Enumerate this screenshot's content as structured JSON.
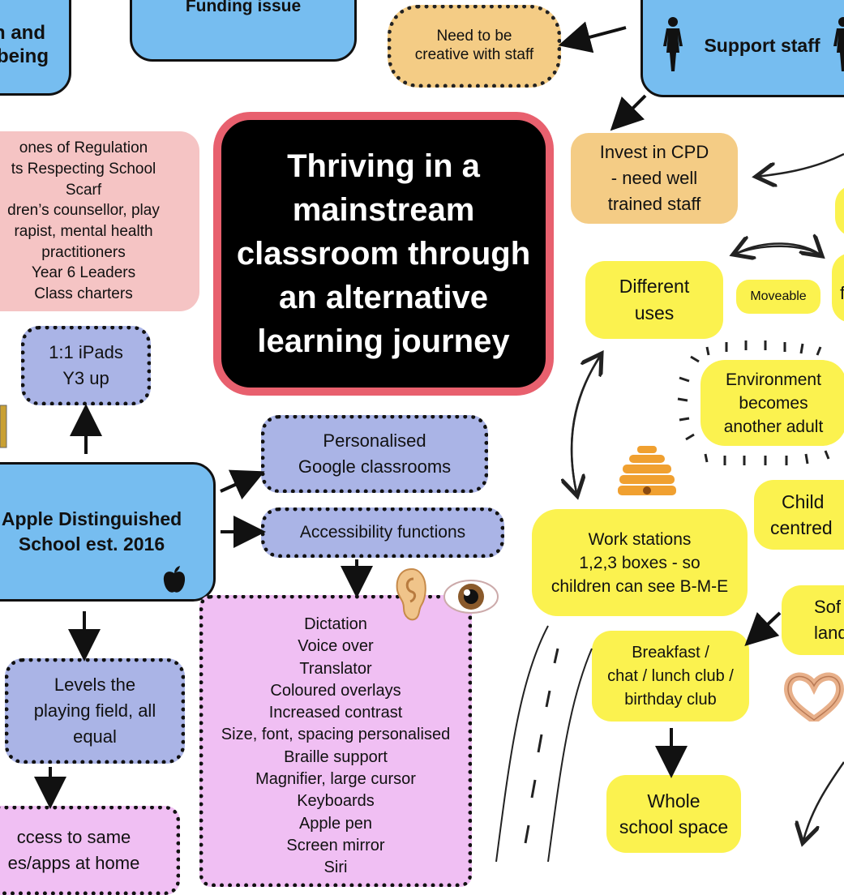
{
  "title": [
    "Thriving in a",
    "mainstream",
    "classroom through",
    "an alternative",
    "learning journey"
  ],
  "wellbeing": [
    "n and",
    "-being"
  ],
  "funding": "Funding issue",
  "creative": [
    "Need to be",
    "creative with staff"
  ],
  "support_staff": "Support staff",
  "regulation": [
    "ones of Regulation",
    "ts Respecting School",
    "Scarf",
    "dren’s counsellor, play",
    "rapist, mental health",
    "practitioners",
    "Year 6 Leaders",
    "Class charters"
  ],
  "ipads": [
    "1:1 iPads",
    "Y3 up"
  ],
  "apple": [
    "Apple Distinguished",
    "School est. 2016"
  ],
  "personalised": [
    "Personalised",
    "Google classrooms"
  ],
  "accessibility": "Accessibility functions",
  "features": [
    "Dictation",
    "Voice over",
    "Translator",
    "Coloured overlays",
    "Increased contrast",
    "Size, font, spacing personalised",
    "Braille support",
    "Magnifier, large cursor",
    "Keyboards",
    "Apple pen",
    "Screen mirror",
    "Siri"
  ],
  "levels": [
    "Levels the",
    "playing field, all",
    "equal"
  ],
  "access": [
    "ccess to same",
    "es/apps at home"
  ],
  "cpd": [
    "Invest in CPD",
    "- need well",
    "trained staff"
  ],
  "different": [
    "Different",
    "uses"
  ],
  "moveable": "Moveable",
  "right_f": "f",
  "environment": [
    "Environment",
    "becomes",
    "another adult"
  ],
  "child": [
    "Child",
    "centred"
  ],
  "work": [
    "Work stations",
    "1,2,3 boxes - so",
    "children can see B-M-E"
  ],
  "soft": [
    "Sof",
    "landi"
  ],
  "breakfast": [
    "Breakfast /",
    "chat / lunch club /",
    "birthday club"
  ],
  "whole": [
    "Whole",
    "school space"
  ],
  "colors": {
    "blue": "#76bdf0",
    "pink": "#f5c4c4",
    "lavender": "#aab4e6",
    "yellow": "#fbf24f",
    "orange": "#f4cc85",
    "magenta": "#f0bff3",
    "title_border": "#e8606e"
  },
  "icons": [
    "apple-icon",
    "ear-icon",
    "eye-icon",
    "beehive-icon",
    "heart-hands-icon",
    "person-icon",
    "road-icon"
  ]
}
